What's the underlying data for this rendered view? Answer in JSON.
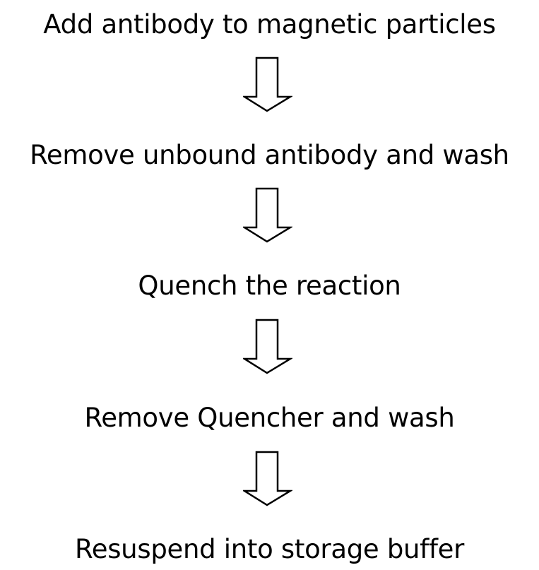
{
  "steps": [
    {
      "label": "Add antibody to magnetic particles"
    },
    {
      "label": "Remove unbound antibody and wash"
    },
    {
      "label": "Quench the reaction"
    },
    {
      "label": "Remove Quencher and wash"
    },
    {
      "label": "Resuspend into storage buffer"
    }
  ],
  "arrow_icon": "down-arrow-outline"
}
